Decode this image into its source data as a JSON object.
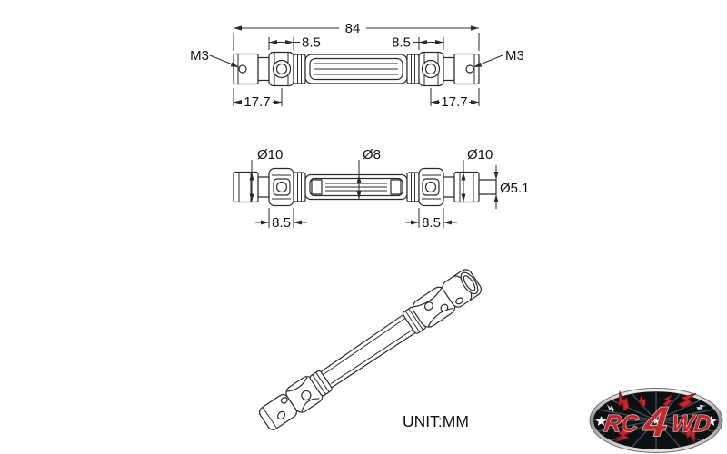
{
  "canvas": {
    "background": "#ffffff",
    "line_color": "#2b2b2b",
    "text_color": "#111111"
  },
  "drawing": {
    "unit_label": "UNIT:MM",
    "front_view": {
      "overall_length": "84",
      "thread_left": "M3",
      "thread_right": "M3",
      "yoke_width_left": "8.5",
      "yoke_width_right": "8.5",
      "end_length_left": "17.7",
      "end_length_right": "17.7"
    },
    "side_view": {
      "cup_dia_left": "Ø10",
      "tube_dia": "Ø8",
      "cup_dia_right": "Ø10",
      "output_shaft_dia": "Ø5.1",
      "yoke_width_left": "8.5",
      "yoke_width_right": "8.5"
    }
  },
  "logo": {
    "brand": "RC4WD",
    "text_left": "RC",
    "text_mid": "4",
    "text_right": "WD",
    "colors": {
      "red": "#c1272d",
      "dark_red": "#7a1014",
      "black": "#0d1013",
      "silver": "#d6d6d6",
      "white": "#ffffff"
    }
  }
}
